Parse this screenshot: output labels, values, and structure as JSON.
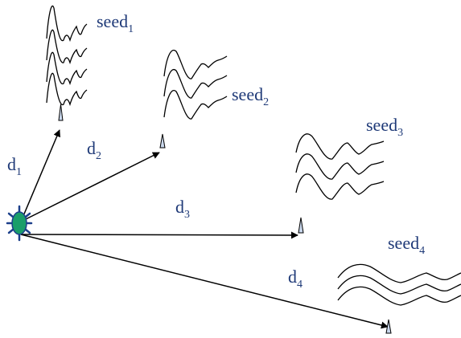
{
  "colors": {
    "source_fill": "#1a9e6a",
    "source_rays": "#1b3f8a",
    "label_text": "#1f3a78",
    "receiver_fill": "#c9d7ec",
    "line": "#000000"
  },
  "icons": {
    "source": "source-star-icon",
    "receiver": "receiver-triangle-icon"
  },
  "distances": [
    {
      "main": "d",
      "sub": "1"
    },
    {
      "main": "d",
      "sub": "2"
    },
    {
      "main": "d",
      "sub": "3"
    },
    {
      "main": "d",
      "sub": "4"
    }
  ],
  "seeds": [
    {
      "main": "seed",
      "sub": "1"
    },
    {
      "main": "seed",
      "sub": "2"
    },
    {
      "main": "seed",
      "sub": "3"
    },
    {
      "main": "seed",
      "sub": "4"
    }
  ]
}
